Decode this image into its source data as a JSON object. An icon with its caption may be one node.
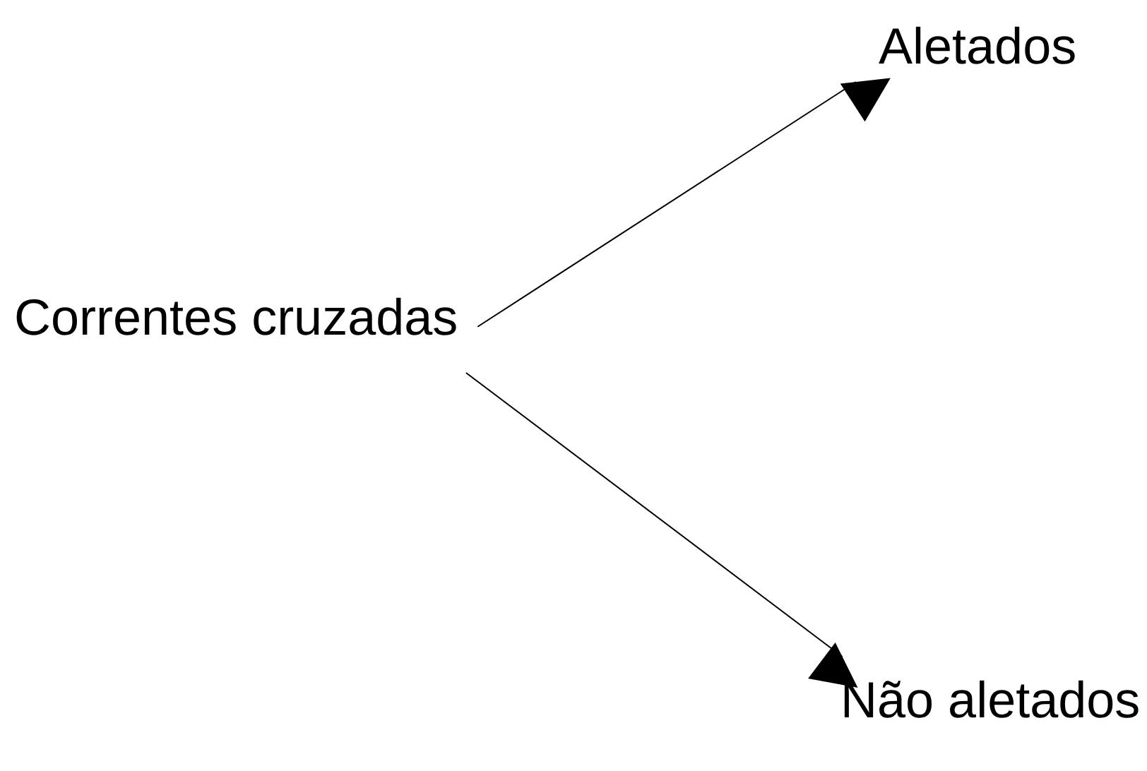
{
  "diagram": {
    "nodes": [
      {
        "text": [
          "Correntes cruzadas"
        ]
      },
      {
        "text": [
          "Aletados"
        ]
      },
      {
        "text": [
          "Não aletados"
        ]
      }
    ],
    "edges": [
      {
        "from": 0,
        "to": 1,
        "arrow": "to"
      },
      {
        "from": 0,
        "to": 2,
        "arrow": "to"
      }
    ]
  }
}
